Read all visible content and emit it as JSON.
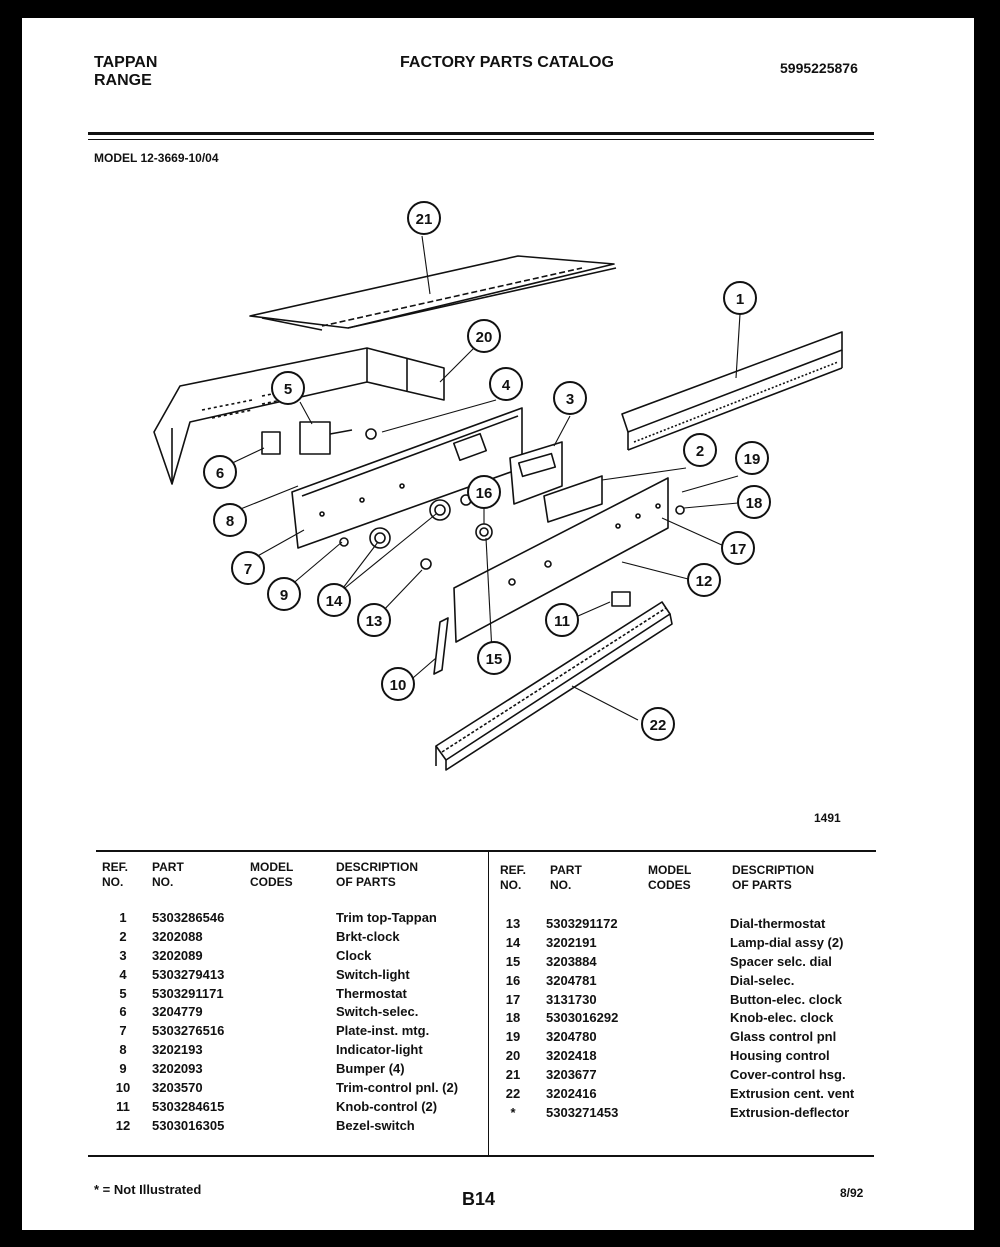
{
  "header": {
    "brand_line1": "TAPPAN",
    "brand_line2": "RANGE",
    "catalog_title": "FACTORY PARTS CATALOG",
    "publication_number": "5995225876"
  },
  "model_label": "MODEL 12-3669-10/04",
  "diagram": {
    "figure_number": "1491",
    "callouts": [
      "21",
      "1",
      "20",
      "4",
      "5",
      "3",
      "2",
      "19",
      "6",
      "16",
      "18",
      "8",
      "17",
      "7",
      "9",
      "14",
      "12",
      "13",
      "11",
      "15",
      "10",
      "22"
    ]
  },
  "table": {
    "headers": {
      "ref": [
        "REF.",
        "NO."
      ],
      "part": [
        "PART",
        "NO."
      ],
      "model": [
        "MODEL",
        "CODES"
      ],
      "desc": [
        "DESCRIPTION",
        "OF PARTS"
      ]
    },
    "left_rows": [
      {
        "ref": "1",
        "part": "5303286546",
        "model": "",
        "desc": "Trim top-Tappan"
      },
      {
        "ref": "2",
        "part": "3202088",
        "model": "",
        "desc": "Brkt-clock"
      },
      {
        "ref": "3",
        "part": "3202089",
        "model": "",
        "desc": "Clock"
      },
      {
        "ref": "4",
        "part": "5303279413",
        "model": "",
        "desc": "Switch-light"
      },
      {
        "ref": "5",
        "part": "5303291171",
        "model": "",
        "desc": "Thermostat"
      },
      {
        "ref": "6",
        "part": "3204779",
        "model": "",
        "desc": "Switch-selec."
      },
      {
        "ref": "7",
        "part": "5303276516",
        "model": "",
        "desc": "Plate-inst. mtg."
      },
      {
        "ref": "8",
        "part": "3202193",
        "model": "",
        "desc": "Indicator-light"
      },
      {
        "ref": "9",
        "part": "3202093",
        "model": "",
        "desc": "Bumper (4)"
      },
      {
        "ref": "10",
        "part": "3203570",
        "model": "",
        "desc": "Trim-control pnl. (2)"
      },
      {
        "ref": "11",
        "part": "5303284615",
        "model": "",
        "desc": "Knob-control (2)"
      },
      {
        "ref": "12",
        "part": "5303016305",
        "model": "",
        "desc": "Bezel-switch"
      }
    ],
    "right_rows": [
      {
        "ref": "13",
        "part": "5303291172",
        "model": "",
        "desc": "Dial-thermostat"
      },
      {
        "ref": "14",
        "part": "3202191",
        "model": "",
        "desc": "Lamp-dial assy (2)"
      },
      {
        "ref": "15",
        "part": "3203884",
        "model": "",
        "desc": "Spacer selc. dial"
      },
      {
        "ref": "16",
        "part": "3204781",
        "model": "",
        "desc": "Dial-selec."
      },
      {
        "ref": "17",
        "part": "3131730",
        "model": "",
        "desc": "Button-elec. clock"
      },
      {
        "ref": "18",
        "part": "5303016292",
        "model": "",
        "desc": "Knob-elec. clock"
      },
      {
        "ref": "19",
        "part": "3204780",
        "model": "",
        "desc": "Glass control pnl"
      },
      {
        "ref": "20",
        "part": "3202418",
        "model": "",
        "desc": "Housing control"
      },
      {
        "ref": "21",
        "part": "3203677",
        "model": "",
        "desc": "Cover-control hsg."
      },
      {
        "ref": "22",
        "part": "3202416",
        "model": "",
        "desc": "Extrusion cent. vent"
      },
      {
        "ref": "*",
        "part": "5303271453",
        "model": "",
        "desc": "Extrusion-deflector"
      }
    ]
  },
  "footer": {
    "note": "* = Not Illustrated",
    "page_label": "B14",
    "date": "8/92"
  }
}
